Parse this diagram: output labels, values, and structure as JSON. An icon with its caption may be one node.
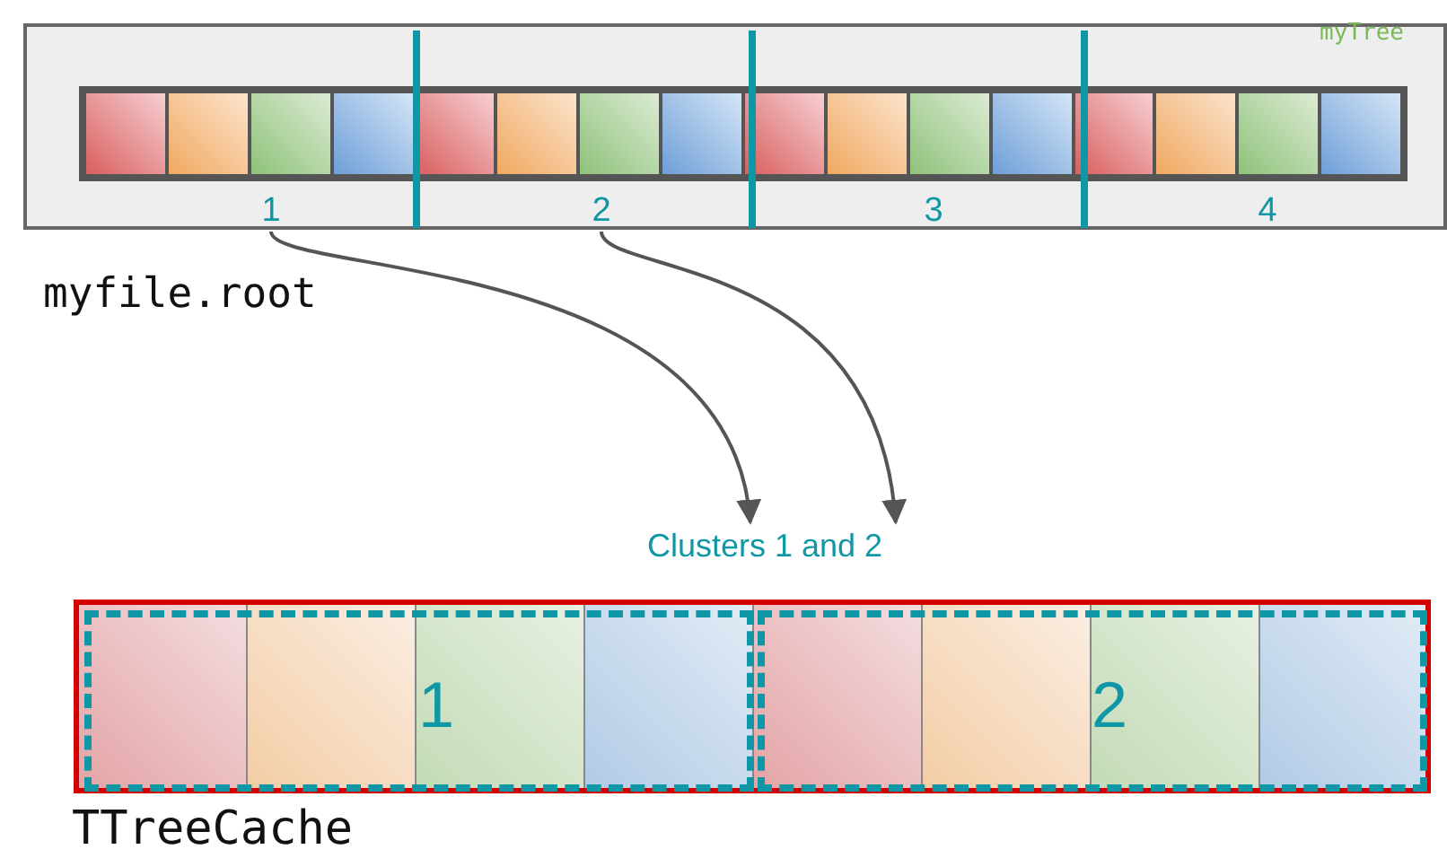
{
  "diagram": {
    "nodes": [
      {
        "text": [
          "myTree"
        ],
        "beside": [
          "myfile.root"
        ]
      },
      {
        "text": [
          "1"
        ],
        "in": 0
      },
      {
        "text": [
          "2"
        ],
        "in": 0
      },
      {
        "text": [
          "3"
        ],
        "in": 0
      },
      {
        "text": [
          "4"
        ],
        "in": 0
      },
      {
        "text": [
          "TTreeCache"
        ]
      },
      {
        "text": [
          "1"
        ],
        "in": 5
      },
      {
        "text": [
          "2"
        ],
        "in": 5
      },
      {
        "text": [
          "Clusters 1 and 2"
        ]
      }
    ],
    "edges": [
      {
        "from": 1,
        "to": 8,
        "arrow": "to"
      },
      {
        "from": 2,
        "to": 8,
        "arrow": "to"
      }
    ]
  }
}
